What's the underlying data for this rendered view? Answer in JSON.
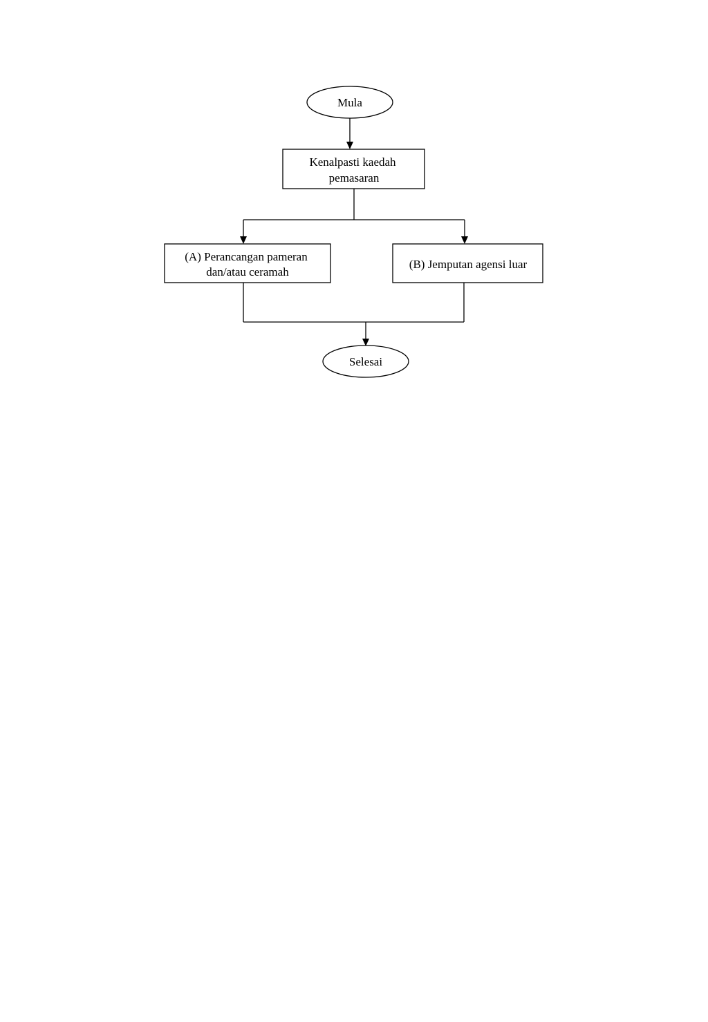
{
  "flowchart": {
    "start": {
      "label": "Mula"
    },
    "step1": {
      "line1": "Kenalpasti kaedah",
      "line2": "pemasaran"
    },
    "option_a": {
      "line1": "(A) Perancangan pameran",
      "line2": "dan/atau ceramah"
    },
    "option_b": {
      "label": "(B) Jemputan agensi luar"
    },
    "end": {
      "label": "Selesai"
    }
  },
  "colors": {
    "stroke": "#000000",
    "fill": "#ffffff",
    "text": "#000000"
  }
}
